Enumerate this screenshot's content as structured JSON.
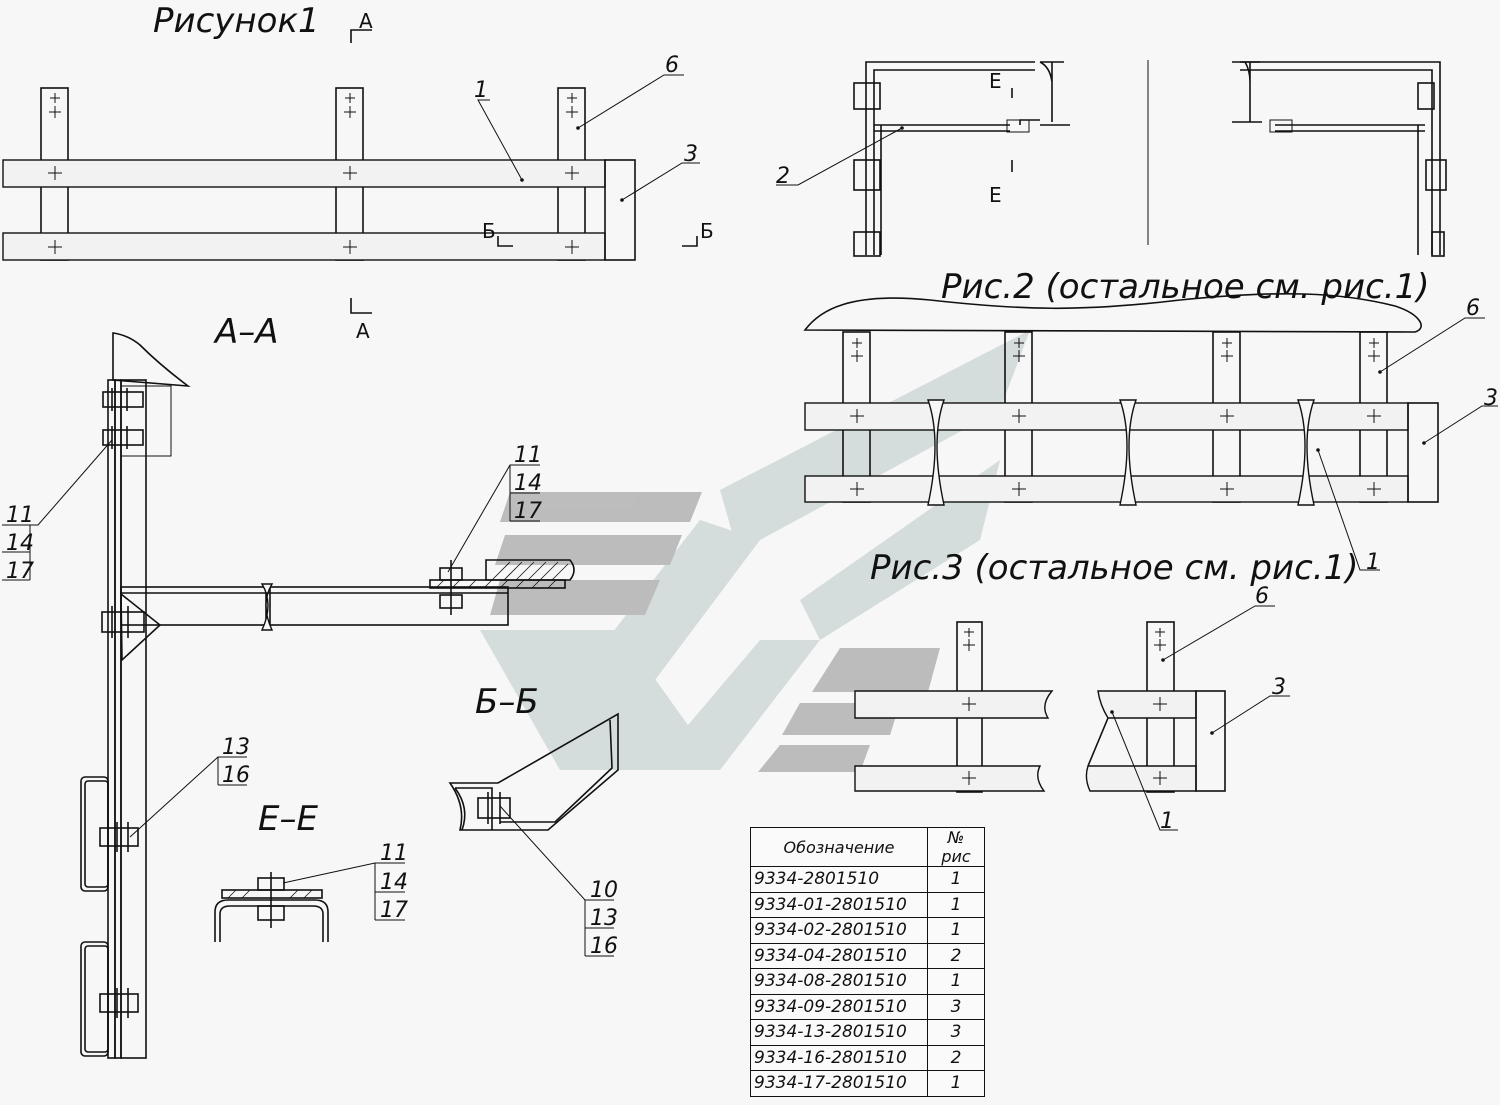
{
  "figures": {
    "fig1": "Рисунок1",
    "fig2": "Рис.2 (остальное см. рис.1)",
    "fig3": "Рис.3 (остальное см. рис.1)"
  },
  "sections": {
    "aa": "А–А",
    "bb": "Б–Б",
    "ee": "Е–Е",
    "mark_a": "А",
    "mark_b": "Б",
    "mark_e": "Е"
  },
  "callouts": {
    "n1": "1",
    "n2": "2",
    "n3": "3",
    "n6": "6",
    "n10": "10",
    "n11": "11",
    "n13": "13",
    "n14": "14",
    "n16": "16",
    "n17": "17"
  },
  "table": {
    "headers": [
      "Обозначение",
      "№ рис"
    ],
    "rows": [
      [
        "9334-2801510",
        "1"
      ],
      [
        "9334-01-2801510",
        "1"
      ],
      [
        "9334-02-2801510",
        "1"
      ],
      [
        "9334-04-2801510",
        "2"
      ],
      [
        "9334-08-2801510",
        "1"
      ],
      [
        "9334-09-2801510",
        "3"
      ],
      [
        "9334-13-2801510",
        "3"
      ],
      [
        "9334-16-2801510",
        "2"
      ],
      [
        "9334-17-2801510",
        "1"
      ]
    ]
  },
  "colors": {
    "line": "#111111",
    "background": "#f7f7f7",
    "watermark_light": "#c9d3d3",
    "watermark_dark": "#a9a9a9"
  },
  "icons": [
    "company-logo-watermark"
  ]
}
